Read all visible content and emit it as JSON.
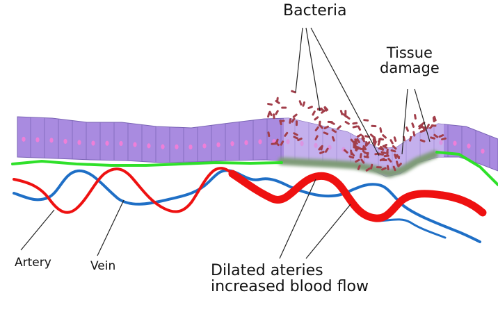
{
  "labels": {
    "bacteria": "Bacteria",
    "tissue_line1": "Tissue",
    "tissue_line2": "damage",
    "artery": "Artery",
    "vein": "Vein",
    "dilated_line1": "Dilated ateries",
    "dilated_line2": "increased blood flow"
  },
  "colors": {
    "epithelium": "#a98be0",
    "epithelium_damaged": "#c9b6ee",
    "cell_border": "#7a63b5",
    "nucleus": "#ee7fd8",
    "membrane": "#2fe02a",
    "membrane_damaged": "#7f9b78",
    "artery": "#ee1111",
    "vein": "#1f6fc6",
    "bacteria": "#a23e4a",
    "pointer_line": "#222222"
  },
  "icons": [
    "bacterium-icon",
    "epithelial-cell-icon"
  ]
}
